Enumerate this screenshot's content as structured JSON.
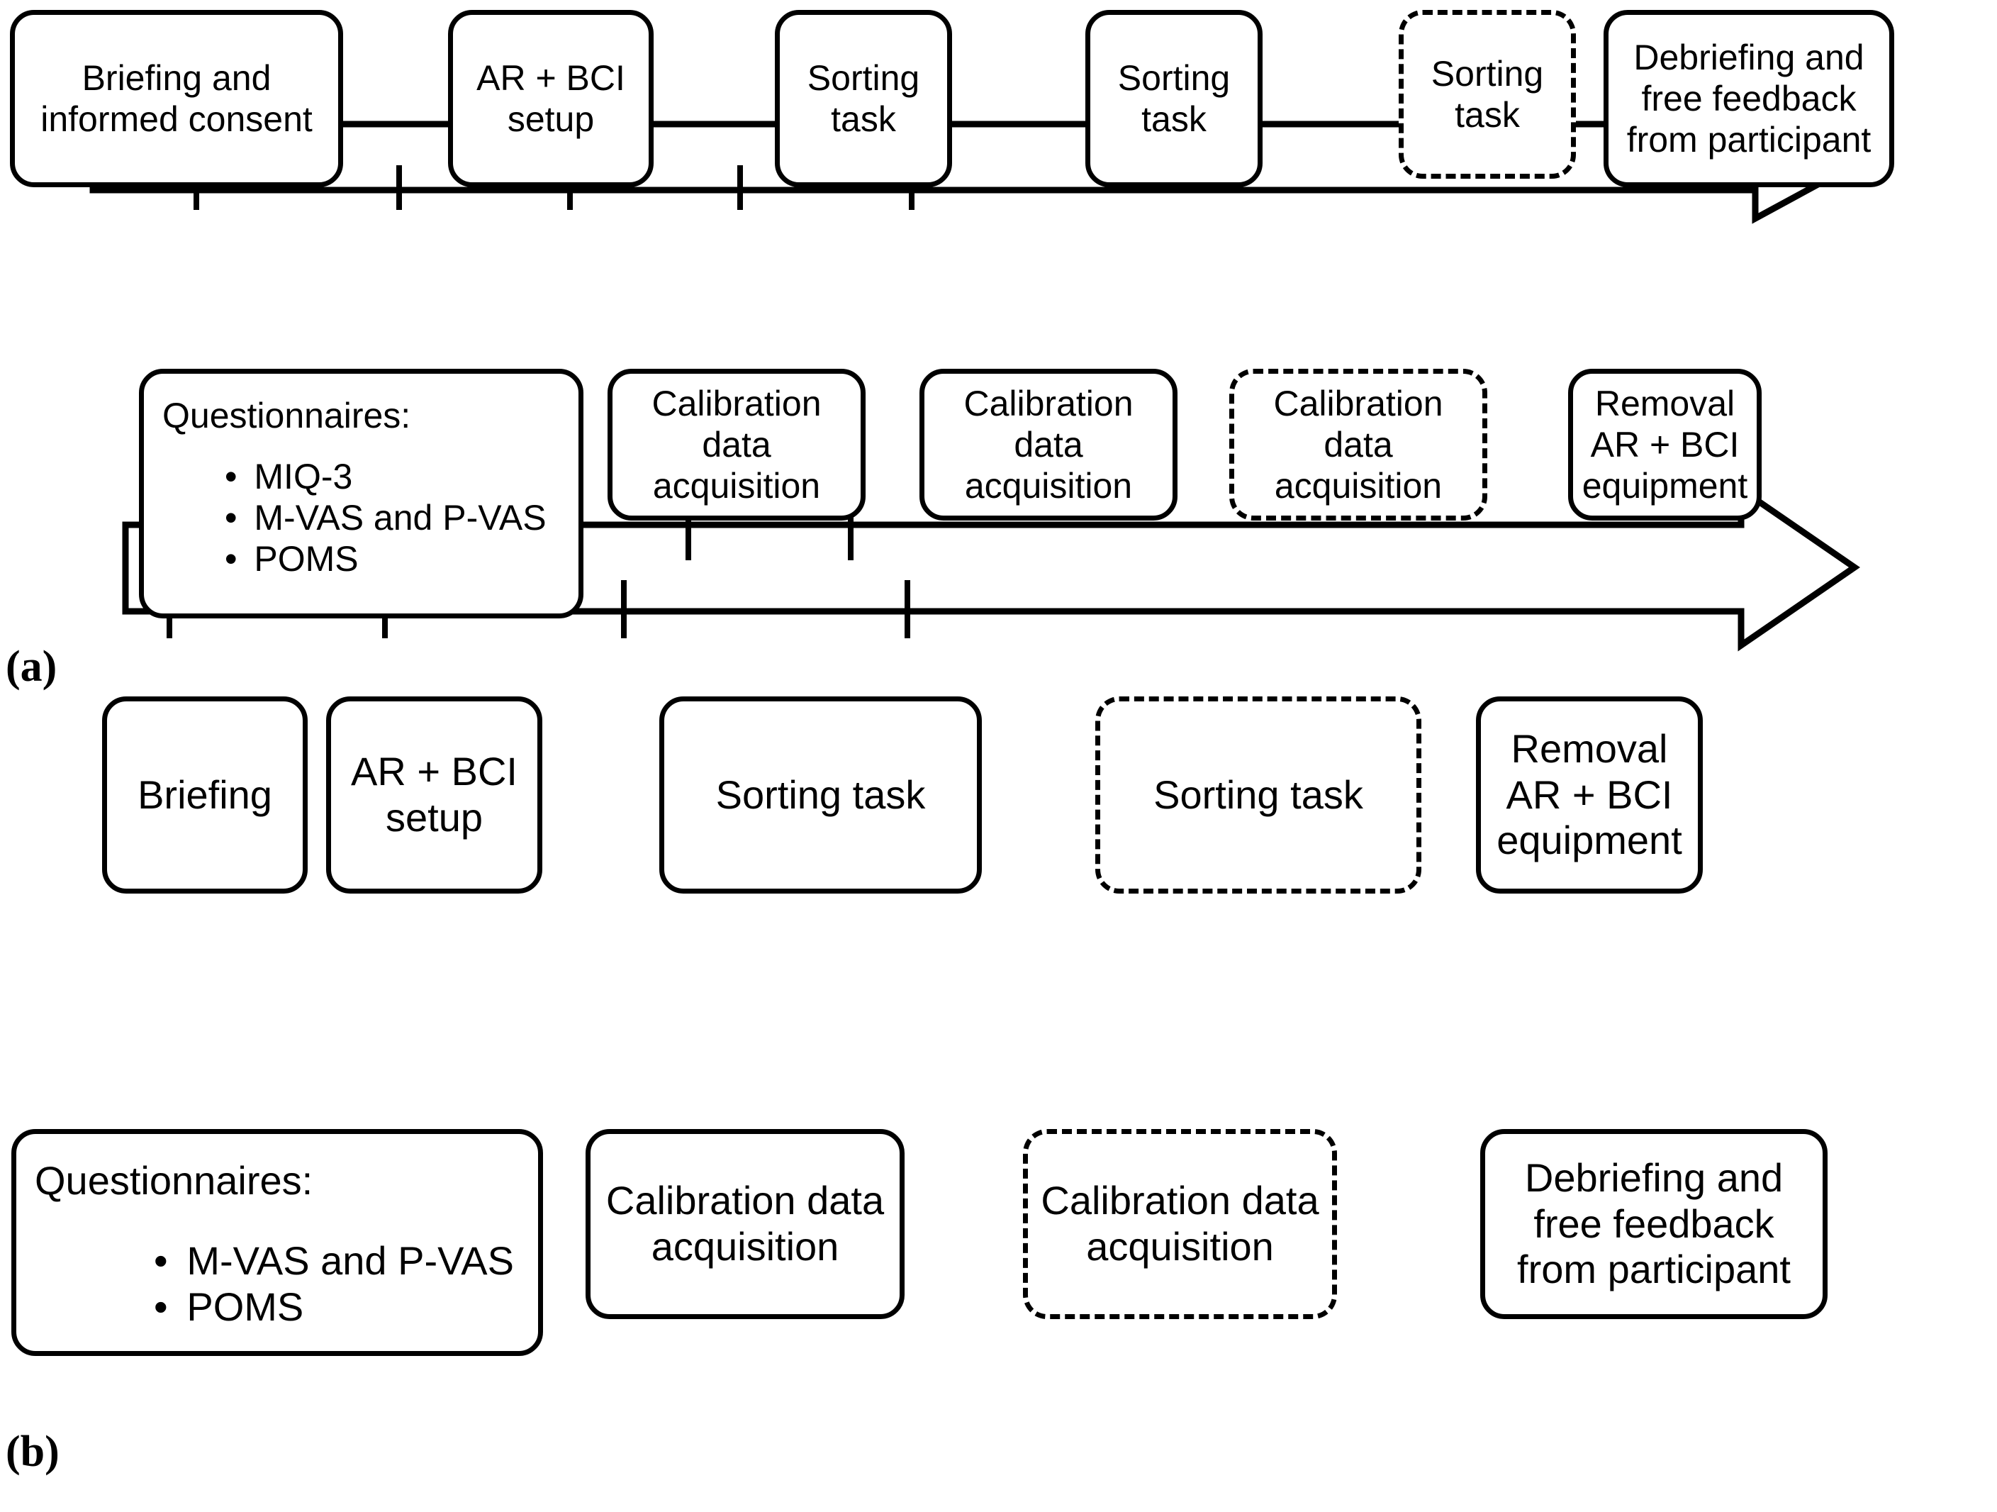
{
  "figure": {
    "panels": [
      {
        "key": "a",
        "caption": "(a)",
        "timeline_top_nodes": [
          {
            "id": "a-top-1",
            "text": "Briefing and\ninformed consent",
            "style": "solid"
          },
          {
            "id": "a-top-2",
            "text": "AR + BCI\nsetup",
            "style": "solid"
          },
          {
            "id": "a-top-3",
            "text": "Sorting\ntask",
            "style": "solid"
          },
          {
            "id": "a-top-4",
            "text": "Sorting\ntask",
            "style": "solid"
          },
          {
            "id": "a-top-5",
            "text": "Sorting\ntask",
            "style": "dashed"
          },
          {
            "id": "a-top-6",
            "text": "Debriefing and\nfree feedback\nfrom participant",
            "style": "solid"
          }
        ],
        "timeline_bottom_nodes": [
          {
            "id": "a-bot-1",
            "style": "solid",
            "kind": "list",
            "title": "Questionnaires:",
            "items": [
              "MIQ-3",
              "M-VAS and P-VAS",
              "POMS"
            ]
          },
          {
            "id": "a-bot-2",
            "text": "Calibration data\nacquisition",
            "style": "solid",
            "kind": "text"
          },
          {
            "id": "a-bot-3",
            "text": "Calibration data\nacquisition",
            "style": "solid",
            "kind": "text"
          },
          {
            "id": "a-bot-4",
            "text": "Calibration data\nacquisition",
            "style": "dashed",
            "kind": "text"
          },
          {
            "id": "a-bot-5",
            "text": "Removal\nAR + BCI\nequipment",
            "style": "solid",
            "kind": "text"
          }
        ]
      },
      {
        "key": "b",
        "caption": "(b)",
        "timeline_top_nodes": [
          {
            "id": "b-top-1",
            "text": "Briefing",
            "style": "solid"
          },
          {
            "id": "b-top-2",
            "text": "AR + BCI\nsetup",
            "style": "solid"
          },
          {
            "id": "b-top-3",
            "text": "Sorting task",
            "style": "solid"
          },
          {
            "id": "b-top-4",
            "text": "Sorting task",
            "style": "dashed"
          },
          {
            "id": "b-top-5",
            "text": "Removal\nAR + BCI\nequipment",
            "style": "solid"
          }
        ],
        "timeline_bottom_nodes": [
          {
            "id": "b-bot-1",
            "style": "solid",
            "kind": "list",
            "title": "Questionnaires:",
            "items": [
              "M-VAS and P-VAS",
              "POMS"
            ]
          },
          {
            "id": "b-bot-2",
            "text": "Calibration data\nacquisition",
            "style": "solid",
            "kind": "text"
          },
          {
            "id": "b-bot-3",
            "text": "Calibration data\nacquisition",
            "style": "dashed",
            "kind": "text"
          },
          {
            "id": "b-bot-4",
            "text": "Debriefing and\nfree feedback\nfrom participant",
            "style": "solid",
            "kind": "text"
          }
        ]
      }
    ],
    "colors": {
      "stroke": "#000000",
      "fill": "#ffffff",
      "text": "#000000"
    },
    "bullet_glyph": "•"
  }
}
